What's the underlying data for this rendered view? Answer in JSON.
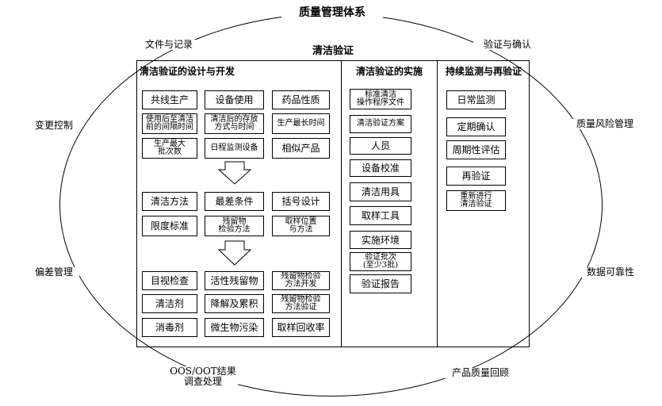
{
  "diagram": {
    "title": "质量管理体系",
    "outer_labels": {
      "top_left": "文件与记录",
      "top_right": "验证与确认",
      "left_upper": "变更控制",
      "right_upper": "质量风险管理",
      "left_lower": "偏差管理",
      "right_lower": "数据可靠性",
      "bottom_left": "OOS/OOT结果\n调查处理",
      "bottom_right": "产品质量回顾"
    },
    "inner_title": "清洁验证",
    "columns": {
      "design": {
        "title": "清洁验证的设计与开发",
        "group1": [
          "共线生产",
          "设备使用",
          "药品性质",
          "使用后至清洁\n前的间隔时间",
          "清洁后的存放\n方式与时间",
          "生产最长时间",
          "生产最大\n批次数",
          "日程监测设备",
          "相似产品"
        ],
        "group2": [
          "清洁方法",
          "最差条件",
          "括号设计",
          "限度标准",
          "残留物\n检验方法",
          "取样位置\n与方法"
        ],
        "group3": [
          "目视检查",
          "活性残留物",
          "残留物检验\n方法开发",
          "清洁剂",
          "降解及累积",
          "残留物检验\n方法验证",
          "消毒剂",
          "微生物污染",
          "取样回收率"
        ]
      },
      "implementation": {
        "title": "清洁验证的实施",
        "items": [
          "标准清洁\n操作程序文件",
          "清洁验证方案",
          "人员",
          "设备校准",
          "清洁用具",
          "取样工具",
          "实施环境",
          "验证批次\n(至少3批)",
          "验证报告"
        ]
      },
      "monitoring": {
        "title": "持续监测与再验证",
        "items": [
          "日常监测",
          "定期确认",
          "周期性评估",
          "再验证",
          "重新进行\n清洁验证"
        ]
      }
    }
  }
}
